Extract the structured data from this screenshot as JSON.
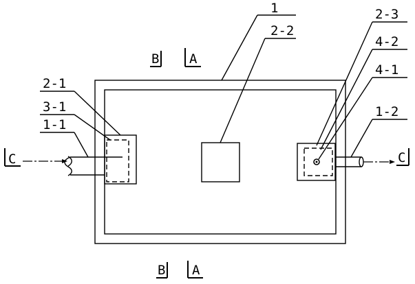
{
  "labels": {
    "l1": "1",
    "l2_2": "2-2",
    "l2_3": "2-3",
    "l4_2": "4-2",
    "l4_1": "4-1",
    "l1_2": "1-2",
    "l2_1": "2-1",
    "l3_1": "3-1",
    "l1_1": "1-1"
  },
  "sections": {
    "b_top": "B",
    "a_top": "A",
    "b_bottom": "B",
    "a_bottom": "A",
    "c_left": "C",
    "c_right": "C"
  }
}
